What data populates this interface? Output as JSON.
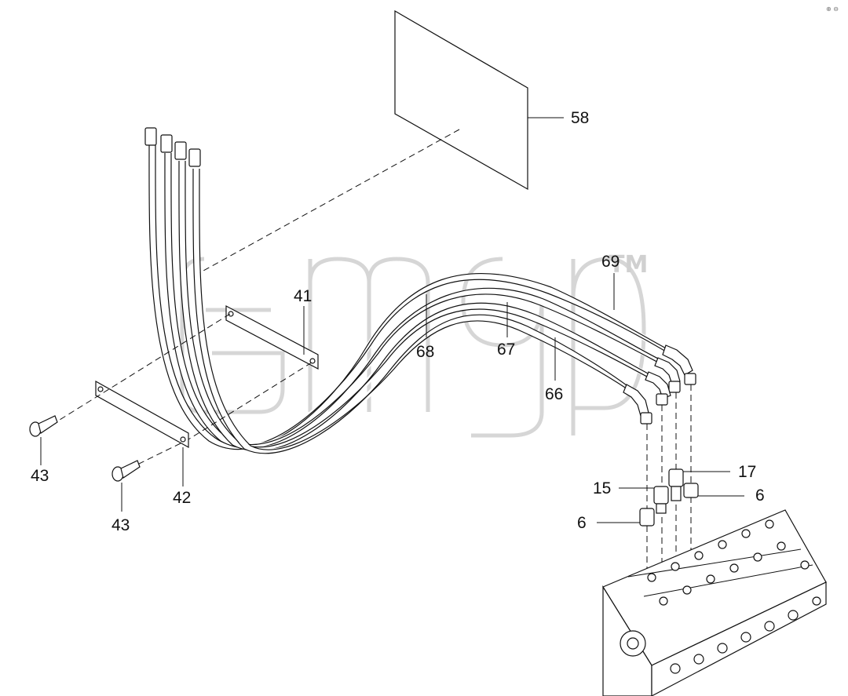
{
  "watermark": {
    "trademark": "TM"
  },
  "corner_mark": "⊕ ⊖",
  "callouts": {
    "c58": "58",
    "c69": "69",
    "c41": "41",
    "c68": "68",
    "c67": "67",
    "c66": "66",
    "c43a": "43",
    "c43b": "43",
    "c42": "42",
    "c17": "17",
    "c15": "15",
    "c6a": "6",
    "c6b": "6"
  }
}
